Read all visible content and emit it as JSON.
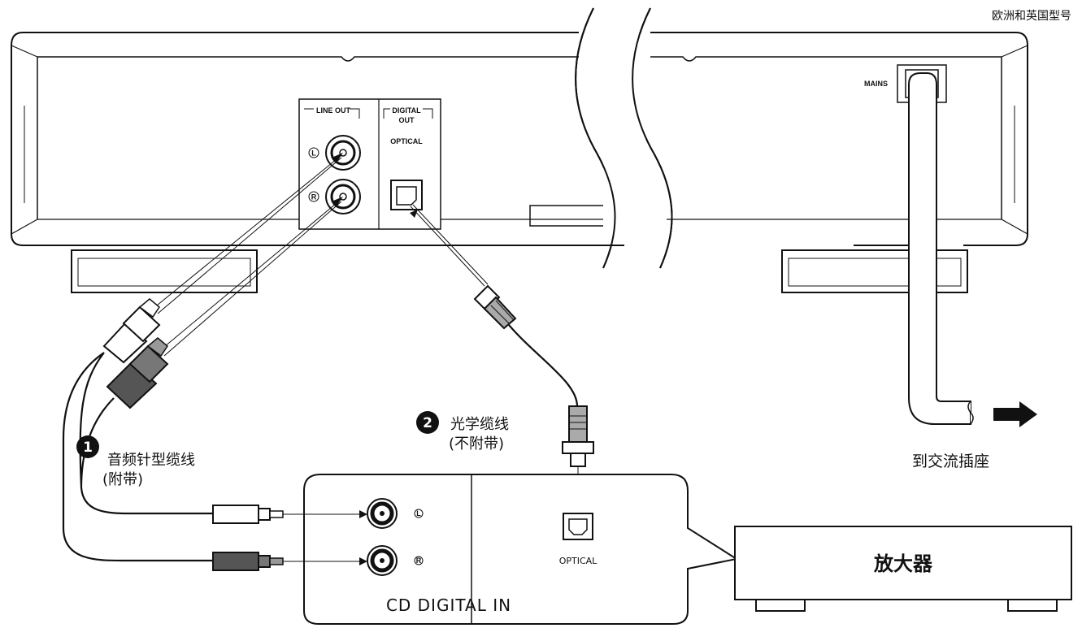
{
  "model_note": "欧洲和英国型号",
  "player_back_panel": {
    "line_out": "LINE OUT",
    "digital_out": [
      "DIGITAL",
      "OUT"
    ],
    "optical": "OPTICAL",
    "left_mark": "L",
    "right_mark": "R",
    "mains": "MAINS"
  },
  "ac_outlet_label": "到交流插座",
  "cables": {
    "audio": {
      "number": "1",
      "name": "音频针型缆线",
      "note": "(附带)"
    },
    "optical": {
      "number": "2",
      "name": "光学缆线",
      "note": "(不附带)"
    }
  },
  "amplifier_panel": {
    "optical": "OPTICAL",
    "left_mark": "L",
    "right_mark": "R",
    "cd_digital_in": "CD DIGITAL  IN"
  },
  "amplifier_label": "放大器",
  "colors": {
    "line": "#111111",
    "plug_dark": "#555555",
    "plug_light": "#ffffff"
  }
}
